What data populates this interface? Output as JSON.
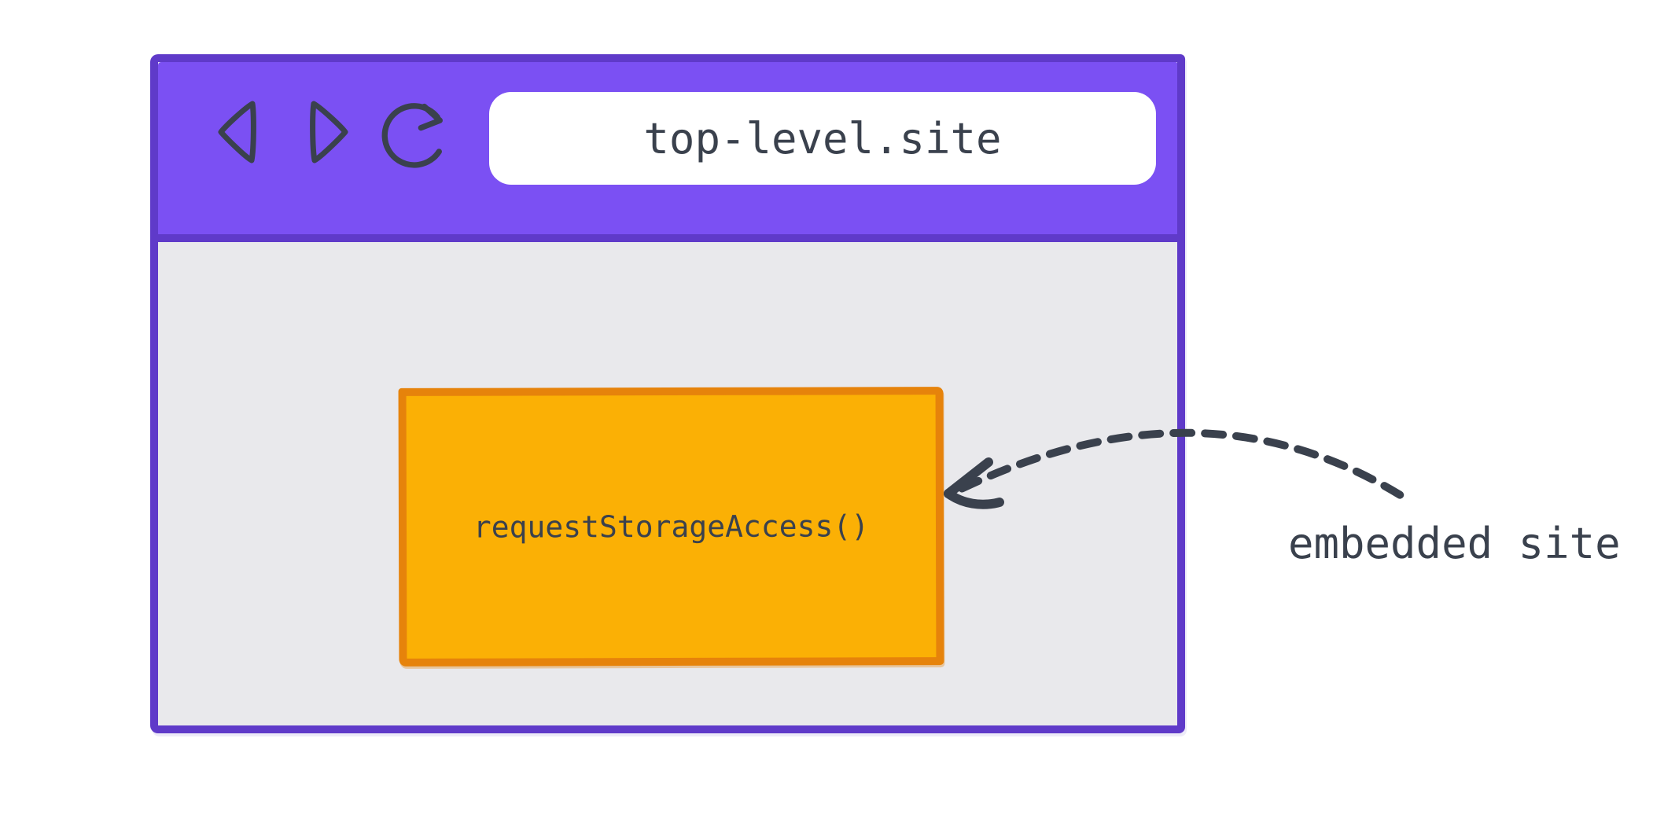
{
  "browser": {
    "url": "top-level.site",
    "toolbar": {
      "icons": [
        "back-icon",
        "forward-icon",
        "reload-icon"
      ]
    },
    "embedded_box": {
      "label": "requestStorageAccess()"
    }
  },
  "annotation": {
    "label": "embedded site",
    "arrow": "dashed-curved-arrow pointing from label to embedded box"
  },
  "colors": {
    "titlebar_fill": "#7B50F3",
    "window_border": "#5F3AC9",
    "page_background": "#E9E9EC",
    "embed_fill": "#FBB005",
    "embed_border": "#E6830B",
    "ink": "#3A414D",
    "address_bar_fill": "#FFFFFF",
    "canvas_background": "#FFFFFF"
  }
}
